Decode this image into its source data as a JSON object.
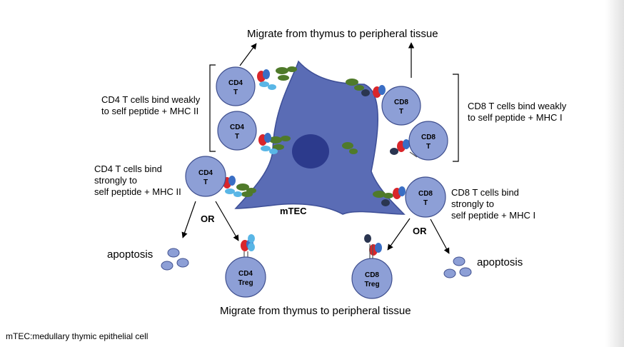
{
  "labels": {
    "migrate_top": "Migrate from thymus to peripheral tissue",
    "migrate_bottom": "Migrate from thymus to peripheral tissue",
    "cd4_weak": "CD4 T cells bind weakly\nto self peptide + MHC II",
    "cd8_weak": "CD8 T cells bind weakly\nto self peptide + MHC I",
    "cd4_strong": "CD4 T cells bind\nstrongly to\nself peptide + MHC II",
    "cd8_strong": "CD8 T cells bind\nstrongly to\nself peptide + MHC I",
    "or_left": "OR",
    "or_right": "OR",
    "apoptosis_left": "apoptosis",
    "apoptosis_right": "apoptosis",
    "mtec": "mTEC",
    "footnote": "mTEC:medullary thymic epithelial cell"
  },
  "cells": {
    "cd4_1": [
      "CD4",
      "T"
    ],
    "cd4_2": [
      "CD4",
      "T"
    ],
    "cd4_3": [
      "CD4",
      "T"
    ],
    "cd8_1": [
      "CD8",
      "T"
    ],
    "cd8_2": [
      "CD8",
      "T"
    ],
    "cd8_3": [
      "CD8",
      "T"
    ],
    "cd4_treg": [
      "CD4",
      "Treg"
    ],
    "cd8_treg": [
      "CD8",
      "Treg"
    ]
  },
  "colors": {
    "cell_fill": "#8d9fd6",
    "cell_stroke": "#3f4f8e",
    "mtec_fill": "#5a6cb5",
    "mtec_nucleus": "#2c3a8c",
    "mhc_green": "#4f7a2a",
    "tcr_red": "#d9262b",
    "tcr_blue": "#3a6ec4",
    "cd4_cyan": "#59b6e6",
    "cd8_navy": "#2a3550"
  }
}
